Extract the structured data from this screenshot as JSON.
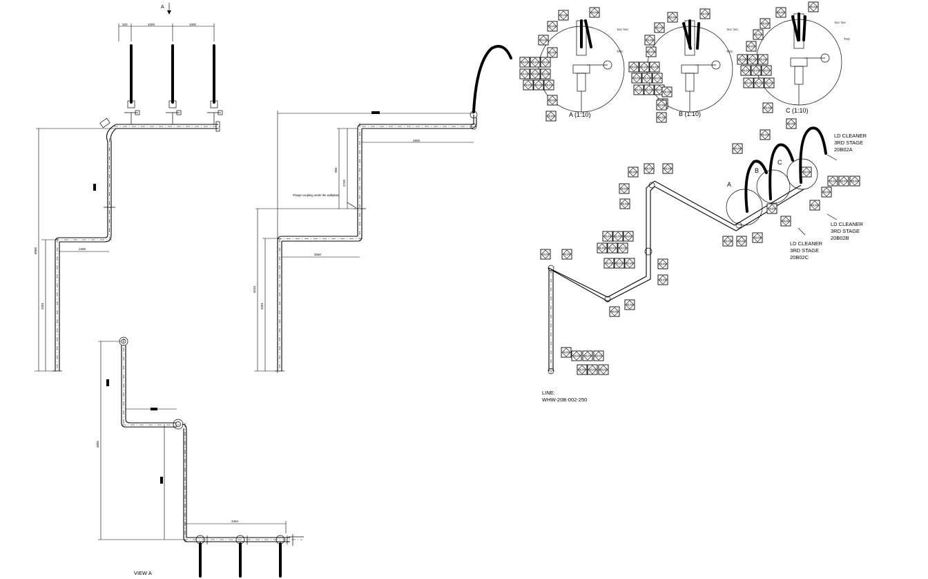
{
  "dimensions": {
    "d320": "320",
    "d1000a": "1000",
    "d1000b": "1000",
    "d6000": "6000",
    "d1306": "1306",
    "d3201a": "3201",
    "d2605": "2605",
    "d960": "960",
    "d2749": "2749",
    "d3050": "3050",
    "d4010": "4010",
    "d3201b": "3201",
    "d4895": "4895",
    "d3454": "3454"
  },
  "labels": {
    "view_marker": "A",
    "view_title": "VIEW A",
    "flange_note": "Flange coupling under the walkplate",
    "detail_a": "A (1:10)",
    "detail_b": "B (1:10)",
    "detail_c": "C (1:10)",
    "tag": "TAG",
    "tag_label": "TAG TAG",
    "num": "NUM",
    "circle_a": "A",
    "circle_b": "B",
    "circle_c": "C",
    "cleaner_a_1": "LD CLEANER",
    "cleaner_a_2": "3RD STAGE",
    "cleaner_a_3": "20B02A",
    "cleaner_b_1": "LD CLEANER",
    "cleaner_b_2": "3RD STAGE",
    "cleaner_b_3": "20B02B",
    "cleaner_c_1": "LD CLEANER",
    "cleaner_c_2": "3RD STAGE",
    "cleaner_c_3": "20B02C",
    "line_1": "LINE:",
    "line_2": "WHW-20B-002-250"
  }
}
